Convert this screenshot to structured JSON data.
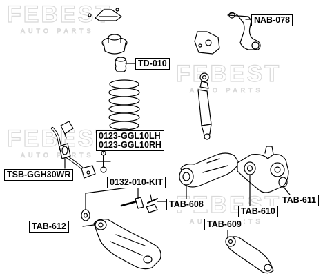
{
  "watermark": {
    "brand": "FEBEST",
    "tagline": "AUTO PARTS"
  },
  "labels": {
    "nab_078": "NAB-078",
    "td_010": "TD-010",
    "spring_lh": "0123-GGL10LH",
    "spring_rh": "0123-GGL10RH",
    "tsb": "TSB-GGH30WR",
    "kit": "0132-010-KIT",
    "tab_608": "TAB-608",
    "tab_610": "TAB-610",
    "tab_611": "TAB-611",
    "tab_612": "TAB-612",
    "tab_609": "TAB-609"
  },
  "colors": {
    "line": "#000000",
    "watermark": "#d9d9d9",
    "background": "#ffffff"
  }
}
